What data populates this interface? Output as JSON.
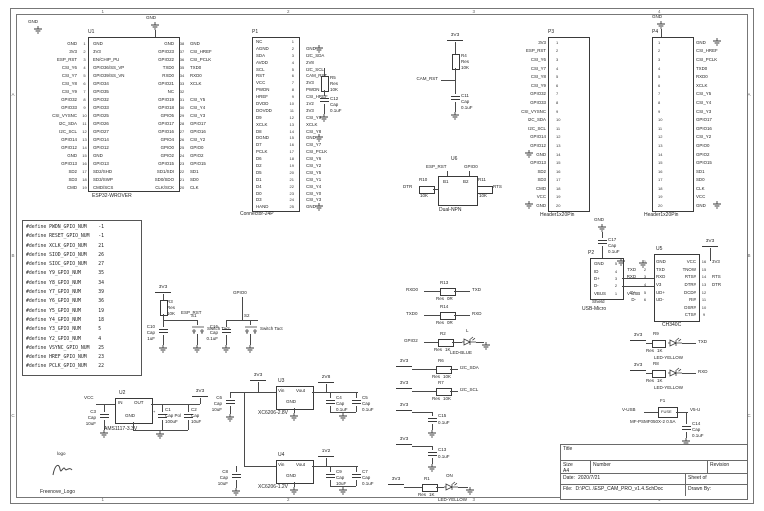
{
  "meta": {
    "bg": "#ffffff",
    "line": "#3a3a3a",
    "text": "#1f1f1f"
  },
  "frame": {
    "cols": [
      "1",
      "2",
      "3",
      "4"
    ],
    "rows": [
      "A",
      "B",
      "C"
    ]
  },
  "nets": {
    "v33": "3V3",
    "v28": "2V8",
    "v12": "1V2",
    "vcc": "VCC",
    "vusb": "V-USB",
    "v5u": "V5-U",
    "gnd": "GND",
    "esp_rst": "ESP_RST",
    "gpio0": "GPIO0",
    "gpio2": "GPIO2",
    "cam_rst": "CAM_RST",
    "rxd0": "RXD0",
    "txd0": "TXD0",
    "txd": "TXD",
    "rxd": "RXD",
    "sda": "I2C_SDA",
    "scl": "I2C_SCL",
    "dtr": "DTR",
    "rts": "RTS",
    "on": "ON",
    "l": "L",
    "led_blue": "LED-BLUE",
    "led_yellow": "LED-YELLOW"
  },
  "u1": {
    "ref": "U1",
    "part": "ESP32-WROVER",
    "left": [
      {
        "net": "GND",
        "pin": "1",
        "name": "GND"
      },
      {
        "net": "3V3",
        "pin": "2",
        "name": "3V3"
      },
      {
        "net": "ESP_RST",
        "pin": "3",
        "name": "EN/CHIP_PU"
      },
      {
        "net": "CSI_Y6",
        "pin": "4",
        "name": "GPIO36/SS_VP"
      },
      {
        "net": "CSI_Y7",
        "pin": "5",
        "name": "GPIO39/SS_VN"
      },
      {
        "net": "CSI_Y8",
        "pin": "6",
        "name": "GPIO34"
      },
      {
        "net": "CSI_Y9",
        "pin": "7",
        "name": "GPIO35"
      },
      {
        "net": "GPIO32",
        "pin": "8",
        "name": "GPIO32"
      },
      {
        "net": "GPIO33",
        "pin": "9",
        "name": "GPIO33"
      },
      {
        "net": "CSI_VYSNC",
        "pin": "10",
        "name": "GPIO25"
      },
      {
        "net": "I2C_SDA",
        "pin": "11",
        "name": "GPIO26"
      },
      {
        "net": "I2C_SCL",
        "pin": "12",
        "name": "GPIO27"
      },
      {
        "net": "GPIO14",
        "pin": "13",
        "name": "GPIO14"
      },
      {
        "net": "GPIO12",
        "pin": "14",
        "name": "GPIO12"
      },
      {
        "net": "GND",
        "pin": "15",
        "name": "GND"
      },
      {
        "net": "GPIO13",
        "pin": "16",
        "name": "GPIO13"
      },
      {
        "net": "SD2",
        "pin": "17",
        "name": "SD2/SHD"
      },
      {
        "net": "SD3",
        "pin": "18",
        "name": "SD3/SWP"
      },
      {
        "net": "CMD",
        "pin": "19",
        "name": "CMD/SCS"
      }
    ],
    "right": [
      {
        "net": "GND",
        "pin": "38",
        "name": "GND"
      },
      {
        "net": "CSI_HREF",
        "pin": "37",
        "name": "GPIO23"
      },
      {
        "net": "CSI_PCLK",
        "pin": "36",
        "name": "GPIO22"
      },
      {
        "net": "TXD0",
        "pin": "35",
        "name": "TXD0"
      },
      {
        "net": "RXD0",
        "pin": "34",
        "name": "RXD0"
      },
      {
        "net": "XCLK",
        "pin": "33",
        "name": "GPIO21"
      },
      {
        "net": "",
        "pin": "32",
        "name": "NC"
      },
      {
        "net": "CSI_Y5",
        "pin": "31",
        "name": "GPIO19"
      },
      {
        "net": "CSI_Y4",
        "pin": "30",
        "name": "GPIO18"
      },
      {
        "net": "CSI_Y3",
        "pin": "29",
        "name": "GPIO5"
      },
      {
        "net": "GPIO17",
        "pin": "28",
        "name": "GPIO17"
      },
      {
        "net": "GPIO16",
        "pin": "27",
        "name": "GPIO16"
      },
      {
        "net": "CSI_Y2",
        "pin": "26",
        "name": "GPIO4"
      },
      {
        "net": "GPIO0",
        "pin": "25",
        "name": "GPIO0"
      },
      {
        "net": "GPIO2",
        "pin": "24",
        "name": "GPIO2"
      },
      {
        "net": "GPIO15",
        "pin": "23",
        "name": "GPIO15"
      },
      {
        "net": "SD1",
        "pin": "22",
        "name": "SD1/SDI"
      },
      {
        "net": "SD0",
        "pin": "21",
        "name": "SD0/SDO"
      },
      {
        "net": "CLK",
        "pin": "20",
        "name": "CLK/SCK"
      }
    ]
  },
  "p1": {
    "ref": "P1",
    "part": "Connector-24P",
    "rows": [
      {
        "pin": "1",
        "name": "NC",
        "net": ""
      },
      {
        "pin": "2",
        "name": "AGND",
        "net": "GND",
        "gnd": true
      },
      {
        "pin": "3",
        "name": "SDA",
        "net": "I2C_SDA"
      },
      {
        "pin": "4",
        "name": "AVDD",
        "net": "2V8"
      },
      {
        "pin": "5",
        "name": "SCL",
        "net": "I2C_SCL"
      },
      {
        "pin": "6",
        "name": "RST",
        "net": "CAM_RST"
      },
      {
        "pin": "7",
        "name": "VCC",
        "net": "3V3"
      },
      {
        "pin": "8",
        "name": "PWDN",
        "net": "PWDN"
      },
      {
        "pin": "9",
        "name": "HREF",
        "net": "CSI_HREF"
      },
      {
        "pin": "10",
        "name": "DVDD",
        "net": "1V2"
      },
      {
        "pin": "11",
        "name": "DOVDD",
        "net": "3V3"
      },
      {
        "pin": "12",
        "name": "D9",
        "net": "CSI_Y9"
      },
      {
        "pin": "13",
        "name": "XCLK",
        "net": "XCLK"
      },
      {
        "pin": "14",
        "name": "D8",
        "net": "CSI_Y8"
      },
      {
        "pin": "15",
        "name": "DGND",
        "net": "GND",
        "gnd": true
      },
      {
        "pin": "16",
        "name": "D7",
        "net": "CSI_Y7"
      },
      {
        "pin": "17",
        "name": "PCLK",
        "net": "CSI_PCLK"
      },
      {
        "pin": "18",
        "name": "D6",
        "net": "CSI_Y6"
      },
      {
        "pin": "19",
        "name": "D2",
        "net": "CSI_Y2"
      },
      {
        "pin": "20",
        "name": "D5",
        "net": "CSI_Y5"
      },
      {
        "pin": "21",
        "name": "D1",
        "net": "CSI_Y1"
      },
      {
        "pin": "22",
        "name": "D4",
        "net": "CSI_Y4"
      },
      {
        "pin": "23",
        "name": "D0",
        "net": "CSI_Y0"
      },
      {
        "pin": "24",
        "name": "D3",
        "net": "CSI_Y3"
      },
      {
        "pin": "25",
        "name": "HAND",
        "net": "GND",
        "gnd": true
      }
    ]
  },
  "p3": {
    "ref": "P3",
    "part": "Header1x20Pin",
    "rows": [
      {
        "pin": "1",
        "net": "3V3"
      },
      {
        "pin": "2",
        "net": "ESP_RST"
      },
      {
        "pin": "3",
        "net": "CSI_Y6"
      },
      {
        "pin": "4",
        "net": "CSI_Y7"
      },
      {
        "pin": "5",
        "net": "CSI_Y8"
      },
      {
        "pin": "6",
        "net": "CSI_Y9"
      },
      {
        "pin": "7",
        "net": "GPIO32"
      },
      {
        "pin": "8",
        "net": "GPIO33"
      },
      {
        "pin": "9",
        "net": "CSI_VYSNC"
      },
      {
        "pin": "10",
        "net": "I2C_SDA"
      },
      {
        "pin": "11",
        "net": "I2C_SCL"
      },
      {
        "pin": "12",
        "net": "GPIO14"
      },
      {
        "pin": "13",
        "net": "GPIO12"
      },
      {
        "pin": "14",
        "net": "GND",
        "gnd": true
      },
      {
        "pin": "15",
        "net": "GPIO13"
      },
      {
        "pin": "16",
        "net": "SD2"
      },
      {
        "pin": "17",
        "net": "SD3"
      },
      {
        "pin": "18",
        "net": "CMD"
      },
      {
        "pin": "19",
        "net": "VCC"
      },
      {
        "pin": "20",
        "net": "GND",
        "gnd": true
      }
    ]
  },
  "p4": {
    "ref": "P4",
    "part": "Header1x20Pin",
    "rows": [
      {
        "pin": "1",
        "net": "GND",
        "gnd": true
      },
      {
        "pin": "2",
        "net": "CSI_HREF"
      },
      {
        "pin": "3",
        "net": "CSI_PCLK"
      },
      {
        "pin": "4",
        "net": "TXD0"
      },
      {
        "pin": "5",
        "net": "RXD0"
      },
      {
        "pin": "6",
        "net": "XCLK"
      },
      {
        "pin": "7",
        "net": "CSI_Y5"
      },
      {
        "pin": "8",
        "net": "CSI_Y4"
      },
      {
        "pin": "9",
        "net": "CSI_Y3"
      },
      {
        "pin": "10",
        "net": "GPIO17"
      },
      {
        "pin": "11",
        "net": "GPIO16"
      },
      {
        "pin": "12",
        "net": "CSI_Y2"
      },
      {
        "pin": "13",
        "net": "GPIO0"
      },
      {
        "pin": "14",
        "net": "GPIO2"
      },
      {
        "pin": "15",
        "net": "GPIO15"
      },
      {
        "pin": "16",
        "net": "SD1"
      },
      {
        "pin": "17",
        "net": "SD0"
      },
      {
        "pin": "18",
        "net": "CLK"
      },
      {
        "pin": "19",
        "net": "VCC"
      },
      {
        "pin": "20",
        "net": "GND",
        "gnd": true
      }
    ]
  },
  "p2": {
    "ref": "P2",
    "part": "USB-Micro",
    "shield": "Shield",
    "rows": [
      {
        "pin": "5",
        "name": "GND",
        "net": "",
        "gnd": true
      },
      {
        "pin": "4",
        "name": "ID",
        "net": ""
      },
      {
        "pin": "3",
        "name": "D+",
        "net": ""
      },
      {
        "pin": "2",
        "name": "D-",
        "net": ""
      },
      {
        "pin": "1",
        "name": "VBUS",
        "net": "V-USB"
      }
    ]
  },
  "u5": {
    "ref": "U5",
    "part": "CH340C",
    "left": [
      {
        "net": "",
        "pin": "1",
        "name": "GND",
        "gnd": true
      },
      {
        "net": "TXD",
        "pin": "2",
        "name": "TXD"
      },
      {
        "net": "RXD",
        "pin": "3",
        "name": "RXD"
      },
      {
        "net": "",
        "pin": "4",
        "name": "V3"
      },
      {
        "net": "D+",
        "pin": "5",
        "name": "UD+"
      },
      {
        "net": "D-",
        "pin": "6",
        "name": "UD-"
      }
    ],
    "right": [
      {
        "name": "VCC",
        "pin": "16",
        "net": "3V3"
      },
      {
        "name": "TNOW",
        "pin": "15",
        "net": ""
      },
      {
        "name": "RTS#",
        "pin": "14",
        "net": "RTS"
      },
      {
        "name": "DTR#",
        "pin": "13",
        "net": "DTR"
      },
      {
        "name": "DCD#",
        "pin": "12",
        "net": ""
      },
      {
        "name": "RI#",
        "pin": "11",
        "net": ""
      },
      {
        "name": "DSR#",
        "pin": "10",
        "net": ""
      },
      {
        "name": "CTS#",
        "pin": "9",
        "net": ""
      }
    ]
  },
  "u2": {
    "ref": "U2",
    "part": "AMS1117-3.3V",
    "pin_in": "IN",
    "pin_out": "OUT",
    "pin_gnd": "GND"
  },
  "u3": {
    "ref": "U3",
    "part": "XC6206-2.8V",
    "pin_in": "Vin",
    "pin_out": "Vout",
    "pin_gnd": "GND"
  },
  "u4": {
    "ref": "U4",
    "part": "XC6206-1.2V",
    "pin_in": "Vin",
    "pin_out": "Vout",
    "pin_gnd": "GND"
  },
  "u6": {
    "ref": "U6",
    "part": "Dual-NPN",
    "b1": "B1",
    "b2": "B2"
  },
  "parts": {
    "r1": {
      "ref": "R1",
      "type": "Res",
      "val": "1K"
    },
    "r2": {
      "ref": "R2",
      "type": "Res",
      "val": "1K"
    },
    "r3": {
      "ref": "R3",
      "type": "Res",
      "val": "10K"
    },
    "r4": {
      "ref": "R4",
      "type": "Res",
      "val": "10K"
    },
    "r5": {
      "ref": "R5",
      "type": "Res",
      "val": "10K"
    },
    "r6": {
      "ref": "R6",
      "type": "Res",
      "val": "10K"
    },
    "r7": {
      "ref": "R7",
      "type": "Res",
      "val": "10K"
    },
    "r8": {
      "ref": "R8",
      "type": "Res",
      "val": "1K"
    },
    "r9": {
      "ref": "R9",
      "type": "Res",
      "val": "1K"
    },
    "r10": {
      "ref": "R10",
      "val": "10K"
    },
    "r11": {
      "ref": "R11",
      "val": "10K"
    },
    "r13": {
      "ref": "R13",
      "type": "Res",
      "val": "0R"
    },
    "r14": {
      "ref": "R14",
      "type": "Res",
      "val": "0R"
    },
    "c1": {
      "ref": "C1",
      "type": "Cap Pol",
      "val": "100uF"
    },
    "c2": {
      "ref": "C2",
      "type": "Cap",
      "val": "10uF"
    },
    "c3": {
      "ref": "C3",
      "type": "Cap",
      "val": "10uF"
    },
    "c4": {
      "ref": "C4",
      "type": "Cap",
      "val": "0.1uF"
    },
    "c5": {
      "ref": "C5",
      "type": "Cap",
      "val": "0.1uF"
    },
    "c6": {
      "ref": "C6",
      "type": "Cap",
      "val": "10uF"
    },
    "c7": {
      "ref": "C7",
      "type": "Cap",
      "val": "0.1uF"
    },
    "c8": {
      "ref": "C8",
      "type": "Cap",
      "val": "10uF"
    },
    "c9": {
      "ref": "C9",
      "type": "Cap",
      "val": "10uF"
    },
    "c10": {
      "ref": "C10",
      "type": "Cap",
      "val": "1uF"
    },
    "c11": {
      "ref": "C11",
      "type": "Cap",
      "val": "0.1uF"
    },
    "c12": {
      "ref": "C12",
      "type": "Cap",
      "val": "0.1uF"
    },
    "c13": {
      "ref": "C13",
      "type": "Cap",
      "val": "0.1uF"
    },
    "c14": {
      "ref": "C14",
      "type": "Cap",
      "val": "0.1uF"
    },
    "c15": {
      "ref": "C15",
      "type": "Cap",
      "val": "0.1uF"
    },
    "c16": {
      "ref": "C16",
      "type": "Cap",
      "val": "0.1uF"
    },
    "c17": {
      "ref": "C17",
      "type": "Cap",
      "val": "0.1uF"
    },
    "s1": {
      "ref": "S1",
      "part": "Switch Tact"
    },
    "s2": {
      "ref": "S2",
      "part": "Switch Tact"
    },
    "f1": {
      "ref": "F1",
      "name": "FUSE",
      "part": "MF-PSMF050X-2 0.5A"
    }
  },
  "defines": [
    "#define PWDN_GPIO_NUM    -1",
    "#define RESET_GPIO_NUM   -1",
    "#define XCLK_GPIO_NUM    21",
    "#define SIOD_GPIO_NUM    26",
    "#define SIOC_GPIO_NUM    27",
    "#define Y9_GPIO_NUM      35",
    "#define Y8_GPIO_NUM      34",
    "#define Y7_GPIO_NUM      39",
    "#define Y6_GPIO_NUM      36",
    "#define Y5_GPIO_NUM      19",
    "#define Y4_GPIO_NUM      18",
    "#define Y3_GPIO_NUM      5",
    "#define Y2_GPIO_NUM      4",
    "#define VSYNC_GPIO_NUM   25",
    "#define HREF_GPIO_NUM    23",
    "#define PCLK_GPIO_NUM    22"
  ],
  "logo": {
    "tag": "logo",
    "caption": "Freenove_Logo"
  },
  "title_block": {
    "title": "Title",
    "size_lbl": "Size",
    "size": "A4",
    "number_lbl": "Number",
    "rev_lbl": "Revision",
    "date_lbl": "Date:",
    "date": "2020/7/21",
    "sheet_lbl": "Sheet of",
    "file_lbl": "File:",
    "file": "D:\\PC\\..\\ESP_CAM_PRO_v1.4.SchDoc",
    "drawn_lbl": "Drawn By:"
  }
}
